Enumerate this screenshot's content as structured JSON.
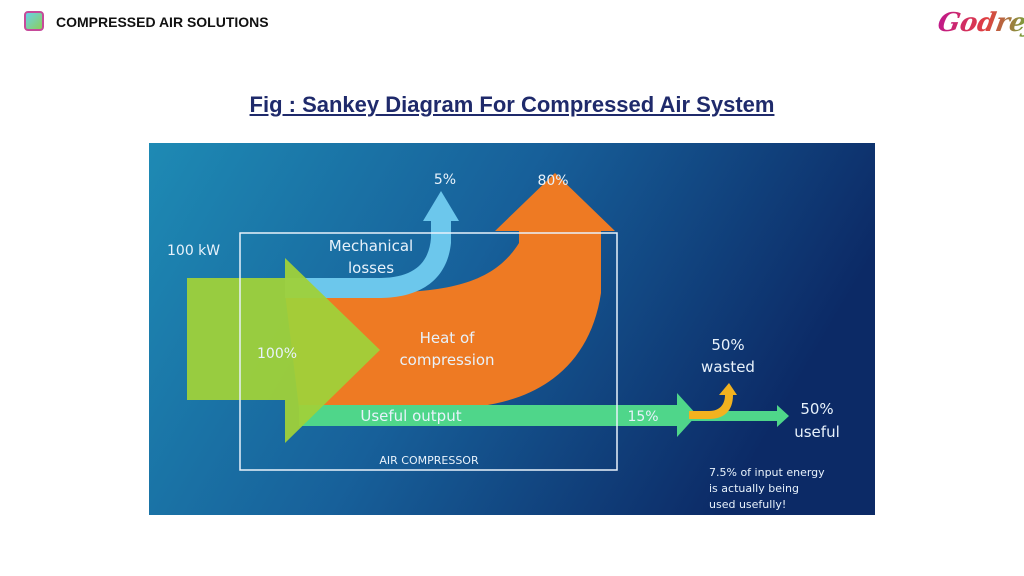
{
  "header": {
    "brand": "COMPRESSED AIR SOLUTIONS",
    "logo_text": "Godrej"
  },
  "title": "Fig : Sankey Diagram For Compressed Air System",
  "diagram": {
    "input_label": "100 kW",
    "input_percent": "100%",
    "mechanical_losses_label": "Mechanical losses",
    "mechanical_losses_line1": "Mechanical",
    "mechanical_losses_line2": "losses",
    "mechanical_losses_percent": "5%",
    "heat_label_line1": "Heat of",
    "heat_label_line2": "compression",
    "heat_percent": "80%",
    "useful_output_label": "Useful output",
    "useful_output_percent": "15%",
    "wasted_percent": "50%",
    "wasted_label": "wasted",
    "useful_percent": "50%",
    "useful_label": "useful",
    "box_label": "AIR COMPRESSOR",
    "note_line1": "7.5% of input energy",
    "note_line2": "is actually being",
    "note_line3": "used usefully!",
    "colors": {
      "input": "#9fd13a",
      "heat": "#ee7a23",
      "mechanical": "#6cc7ec",
      "useful": "#4fd68a",
      "wasted": "#f2b21f"
    }
  }
}
